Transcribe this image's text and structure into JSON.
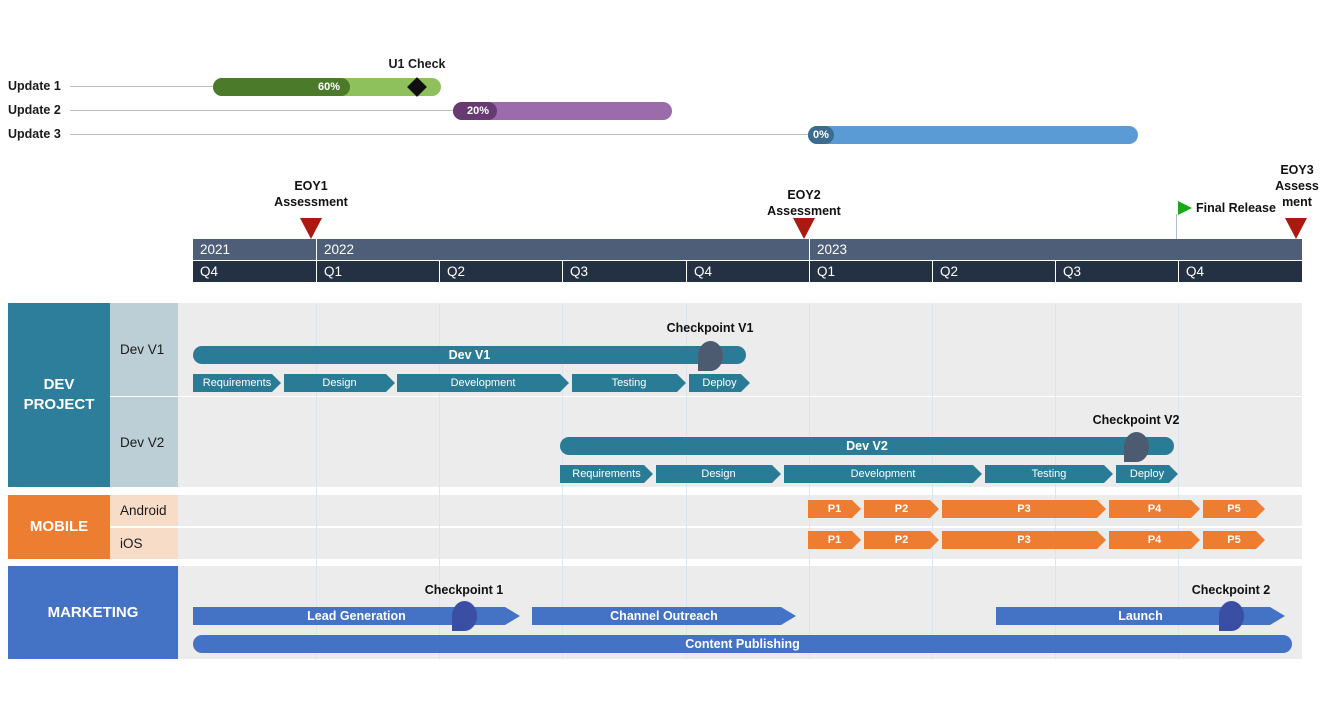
{
  "updates": {
    "rows": [
      {
        "label": "Update 1",
        "progress": "60%",
        "milestone": "U1 Check"
      },
      {
        "label": "Update 2",
        "progress": "20%"
      },
      {
        "label": "Update 3",
        "progress": "0%"
      }
    ]
  },
  "milestones": {
    "eoy1": {
      "line1": "EOY1",
      "line2": "Assessment"
    },
    "eoy2": {
      "line1": "EOY2",
      "line2": "Assessment"
    },
    "final_release": {
      "label": "Final Release"
    },
    "eoy3": {
      "line1": "EOY3",
      "line2": "Assess",
      "line3": "ment"
    }
  },
  "timeline": {
    "years": [
      {
        "label": "2021",
        "quarters_spanned": 1
      },
      {
        "label": "2022",
        "quarters_spanned": 4
      },
      {
        "label": "2023",
        "quarters_spanned": 4
      }
    ],
    "quarters": [
      "Q4",
      "Q1",
      "Q2",
      "Q3",
      "Q4",
      "Q1",
      "Q2",
      "Q3",
      "Q4"
    ]
  },
  "lanes": {
    "dev": {
      "title_line1": "DEV",
      "title_line2": "PROJECT",
      "sublanes": [
        {
          "label": "Dev V1",
          "bar_label": "Dev V1",
          "checkpoint": "Checkpoint V1",
          "tasks": [
            "Requirements",
            "Design",
            "Development",
            "Testing",
            "Deploy"
          ]
        },
        {
          "label": "Dev V2",
          "bar_label": "Dev V2",
          "checkpoint": "Checkpoint V2",
          "tasks": [
            "Requirements",
            "Design",
            "Development",
            "Testing",
            "Deploy"
          ]
        }
      ]
    },
    "mobile": {
      "title": "MOBILE",
      "sublanes": [
        {
          "label": "Android",
          "phases": [
            "P1",
            "P2",
            "P3",
            "P4",
            "P5"
          ]
        },
        {
          "label": "iOS",
          "phases": [
            "P1",
            "P2",
            "P3",
            "P4",
            "P5"
          ]
        }
      ]
    },
    "marketing": {
      "title": "MARKETING",
      "bars": [
        {
          "label": "Lead Generation",
          "checkpoint": "Checkpoint 1"
        },
        {
          "label": "Channel Outreach"
        },
        {
          "label": "Launch",
          "checkpoint": "Checkpoint 2"
        },
        {
          "label": "Content Publishing"
        }
      ]
    }
  },
  "colors": {
    "update1_dark": "#4b7a2b",
    "update1_light": "#8ec15b",
    "update2_dark": "#673a71",
    "update2_light": "#9c6bab",
    "update3_dark": "#3b6c8d",
    "update3_light": "#5b9bd5",
    "teal_bar": "#2a7c96",
    "teal_sidebar": "#2d7e9a",
    "teal_sublabel_bg": "#bdcfd6",
    "orange": "#ed7d31",
    "orange_sublabel_bg": "#f7dcc7",
    "marketing_blue": "#4472c4",
    "marketing_pin": "#3a4fa4",
    "dev_pin": "#4c5b70",
    "year_band": "#4f5e78",
    "quarter_band": "#243143",
    "milestone_red": "#ab1a11",
    "flag_green": "#18a918",
    "diamond_black": "#0f0f0f",
    "row_bg": "#ececec",
    "gridline": "#dbe4ef"
  },
  "chart_data": {
    "type": "table",
    "subtype": "gantt-timeline",
    "time_axis": {
      "unit": "quarter",
      "quarters": [
        "2021-Q4",
        "2022-Q1",
        "2022-Q2",
        "2022-Q3",
        "2022-Q4",
        "2023-Q1",
        "2023-Q2",
        "2023-Q3",
        "2023-Q4"
      ],
      "scale_note": "start/end values are quarters elapsed from start of 2021-Q4 (0) to end of 2023-Q4 (9)"
    },
    "update_bars": [
      {
        "name": "Update 1",
        "start": 0.17,
        "end": 2.0,
        "progress_pct": 60,
        "milestone": {
          "name": "U1 Check",
          "at": 1.82
        }
      },
      {
        "name": "Update 2",
        "start": 2.11,
        "end": 3.89,
        "progress_pct": 20
      },
      {
        "name": "Update 3",
        "start": 4.99,
        "end": 7.67,
        "progress_pct": 0
      }
    ],
    "milestones": [
      {
        "name": "EOY1 Assessment",
        "at": 1.0,
        "marker": "red-triangle"
      },
      {
        "name": "EOY2 Assessment",
        "at": 5.0,
        "marker": "red-triangle"
      },
      {
        "name": "Final Release",
        "at": 8.0,
        "marker": "green-flag"
      },
      {
        "name": "EOY3 Assessment",
        "at": 8.95,
        "marker": "red-triangle"
      }
    ],
    "tasks": [
      {
        "group": "DEV PROJECT",
        "row": "Dev V1",
        "name": "Dev V1",
        "start": 0.0,
        "end": 4.49,
        "checkpoint": {
          "name": "Checkpoint V1",
          "at": 4.19
        }
      },
      {
        "group": "DEV PROJECT",
        "row": "Dev V1",
        "name": "Requirements",
        "start": 0.0,
        "end": 0.71
      },
      {
        "group": "DEV PROJECT",
        "row": "Dev V1",
        "name": "Design",
        "start": 0.74,
        "end": 1.64
      },
      {
        "group": "DEV PROJECT",
        "row": "Dev V1",
        "name": "Development",
        "start": 1.66,
        "end": 3.05
      },
      {
        "group": "DEV PROJECT",
        "row": "Dev V1",
        "name": "Testing",
        "start": 3.08,
        "end": 4.0
      },
      {
        "group": "DEV PROJECT",
        "row": "Dev V1",
        "name": "Deploy",
        "start": 4.03,
        "end": 4.52
      },
      {
        "group": "DEV PROJECT",
        "row": "Dev V2",
        "name": "Dev V2",
        "start": 2.98,
        "end": 7.96,
        "checkpoint": {
          "name": "Checkpoint V2",
          "at": 7.65
        }
      },
      {
        "group": "DEV PROJECT",
        "row": "Dev V2",
        "name": "Requirements",
        "start": 2.98,
        "end": 3.73
      },
      {
        "group": "DEV PROJECT",
        "row": "Dev V2",
        "name": "Design",
        "start": 3.76,
        "end": 4.77
      },
      {
        "group": "DEV PROJECT",
        "row": "Dev V2",
        "name": "Development",
        "start": 4.8,
        "end": 6.4
      },
      {
        "group": "DEV PROJECT",
        "row": "Dev V2",
        "name": "Testing",
        "start": 6.43,
        "end": 7.47
      },
      {
        "group": "DEV PROJECT",
        "row": "Dev V2",
        "name": "Deploy",
        "start": 7.49,
        "end": 7.98
      },
      {
        "group": "MOBILE",
        "row": "Android",
        "name": "P1",
        "start": 4.99,
        "end": 5.42
      },
      {
        "group": "MOBILE",
        "row": "Android",
        "name": "P2",
        "start": 5.45,
        "end": 6.05
      },
      {
        "group": "MOBILE",
        "row": "Android",
        "name": "P3",
        "start": 6.08,
        "end": 7.41
      },
      {
        "group": "MOBILE",
        "row": "Android",
        "name": "P4",
        "start": 7.43,
        "end": 8.17
      },
      {
        "group": "MOBILE",
        "row": "Android",
        "name": "P5",
        "start": 8.2,
        "end": 8.7
      },
      {
        "group": "MOBILE",
        "row": "iOS",
        "name": "P1",
        "start": 4.99,
        "end": 5.42
      },
      {
        "group": "MOBILE",
        "row": "iOS",
        "name": "P2",
        "start": 5.45,
        "end": 6.05
      },
      {
        "group": "MOBILE",
        "row": "iOS",
        "name": "P3",
        "start": 6.08,
        "end": 7.41
      },
      {
        "group": "MOBILE",
        "row": "iOS",
        "name": "P4",
        "start": 7.43,
        "end": 8.17
      },
      {
        "group": "MOBILE",
        "row": "iOS",
        "name": "P5",
        "start": 8.2,
        "end": 8.7
      },
      {
        "group": "MARKETING",
        "row": "Marketing",
        "name": "Lead Generation",
        "start": 0.0,
        "end": 2.65,
        "checkpoint": {
          "name": "Checkpoint 1",
          "at": 2.2
        }
      },
      {
        "group": "MARKETING",
        "row": "Marketing",
        "name": "Channel Outreach",
        "start": 2.75,
        "end": 4.9
      },
      {
        "group": "MARKETING",
        "row": "Marketing",
        "name": "Launch",
        "start": 6.52,
        "end": 8.86,
        "checkpoint": {
          "name": "Checkpoint 2",
          "at": 8.43
        }
      },
      {
        "group": "MARKETING",
        "row": "Marketing",
        "name": "Content Publishing",
        "start": 0.0,
        "end": 8.92
      }
    ]
  }
}
